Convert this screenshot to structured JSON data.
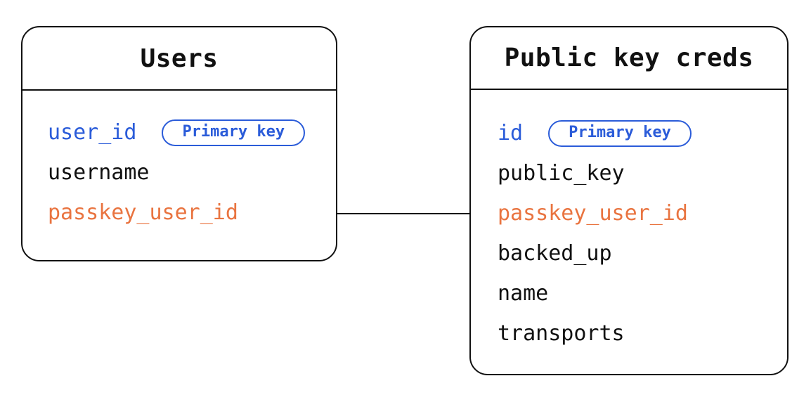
{
  "diagram": {
    "colors": {
      "blue": "#2b5cd9",
      "orange": "#e97440",
      "black": "#111111",
      "line": "#111111"
    },
    "tables": [
      {
        "title": "Users",
        "fields": [
          {
            "label": "user_id",
            "color": "blue",
            "badge": "Primary key"
          },
          {
            "label": "username",
            "color": "black"
          },
          {
            "label": "passkey_user_id",
            "color": "orange"
          }
        ]
      },
      {
        "title": "Public key creds",
        "fields": [
          {
            "label": "id",
            "color": "blue",
            "badge": "Primary key"
          },
          {
            "label": "public_key",
            "color": "black"
          },
          {
            "label": "passkey_user_id",
            "color": "orange"
          },
          {
            "label": "backed_up",
            "color": "black"
          },
          {
            "label": "name",
            "color": "black"
          },
          {
            "label": "transports",
            "color": "black"
          }
        ]
      }
    ],
    "relationship": {
      "from_table": "Users",
      "from_field": "passkey_user_id",
      "to_table": "Public key creds",
      "to_field": "passkey_user_id"
    }
  }
}
